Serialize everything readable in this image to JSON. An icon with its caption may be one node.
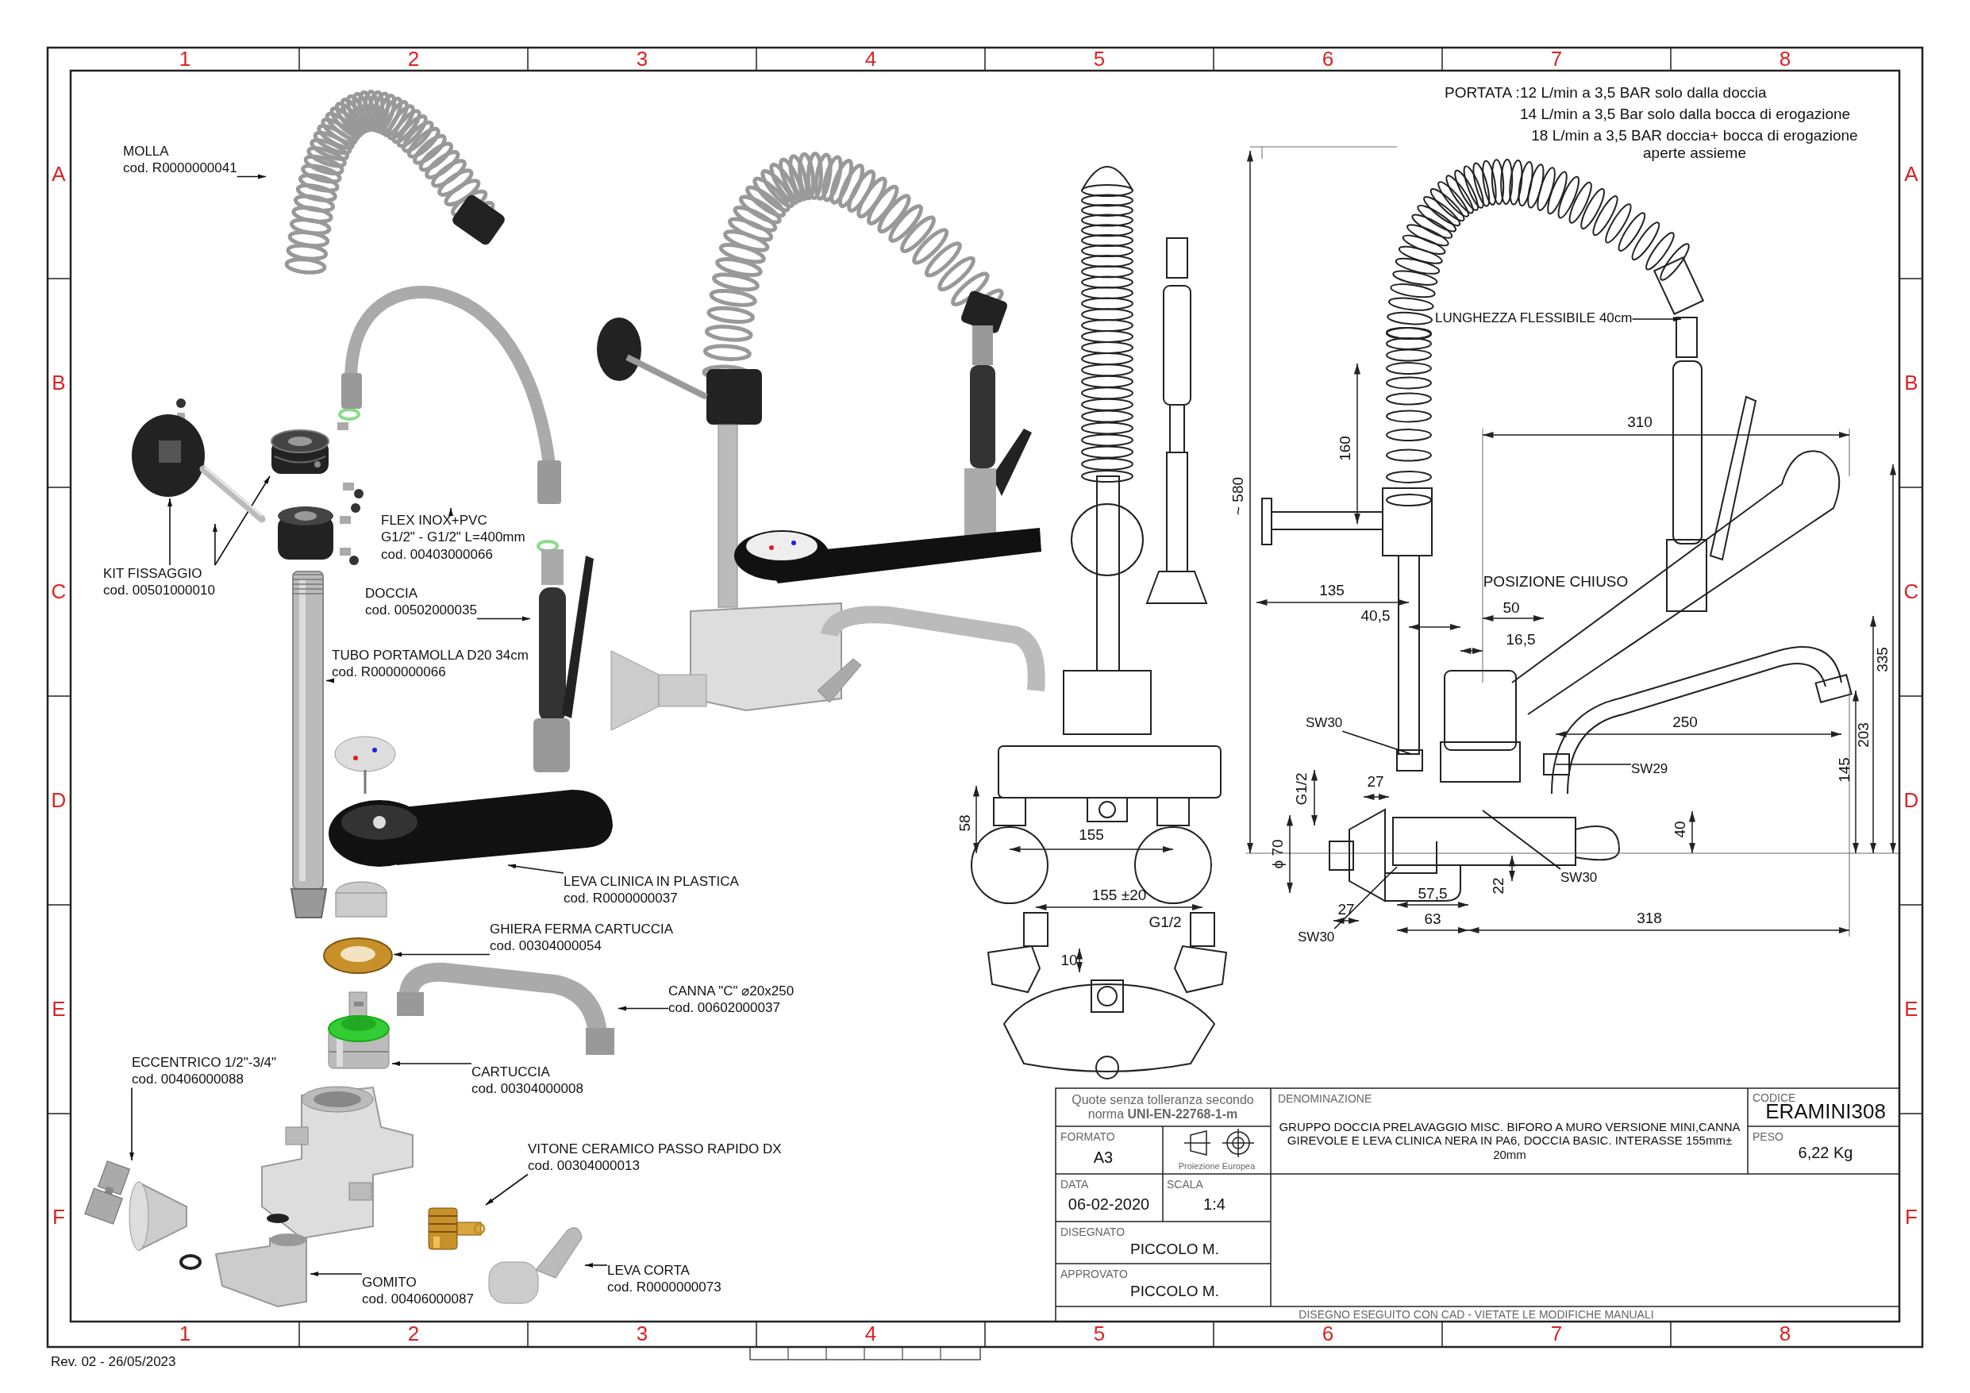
{
  "diagram": {
    "nodes": [
      {
        "text": [
          "MOLLA",
          "cod. R0000000041"
        ]
      },
      {
        "text": [],
        "shape": "picture"
      },
      {
        "text": [
          "FLEX INOX+PVC",
          "G1/2\" - G1/2\" L=400mm",
          "cod. 00403000066"
        ]
      },
      {
        "text": [],
        "shape": "picture"
      },
      {
        "text": [
          "KIT FISSAGGIO",
          "cod. 00501000010"
        ]
      },
      {
        "text": [],
        "shape": "picture"
      },
      {
        "text": [],
        "shape": "picture"
      },
      {
        "text": [],
        "shape": "picture"
      },
      {
        "text": [
          "DOCCIA",
          "cod. 00502000035"
        ]
      },
      {
        "text": [],
        "shape": "picture"
      },
      {
        "text": [
          "TUBO PORTAMOLLA D20 34cm",
          "cod. R0000000066"
        ]
      },
      {
        "text": [],
        "shape": "picture"
      },
      {
        "text": [
          "LEVA CLINICA IN PLASTICA",
          "cod. R0000000037"
        ]
      },
      {
        "text": [],
        "shape": "picture"
      },
      {
        "text": [
          "GHIERA FERMA CARTUCCIA",
          "cod. 00304000054"
        ]
      },
      {
        "text": [],
        "shape": "picture"
      },
      {
        "text": [
          "CANNA \"C\" ⌀20x250",
          "cod. 00602000037"
        ]
      },
      {
        "text": [],
        "shape": "picture"
      },
      {
        "text": [
          "CARTUCCIA",
          "cod. 00304000008"
        ]
      },
      {
        "text": [],
        "shape": "picture"
      },
      {
        "text": [
          "ECCENTRICO 1/2\"-3/4\"",
          "cod. 00406000088"
        ]
      },
      {
        "text": [],
        "shape": "picture"
      },
      {
        "text": [
          "VITONE CERAMICO PASSO RAPIDO DX",
          "cod. 00304000013"
        ]
      },
      {
        "text": [],
        "shape": "picture"
      },
      {
        "text": [
          "GOMITO",
          "cod. 00406000087"
        ]
      },
      {
        "text": [],
        "shape": "picture"
      },
      {
        "text": [
          "LEVA CORTA",
          "cod. R0000000073"
        ]
      },
      {
        "text": [],
        "shape": "picture"
      },
      {
        "text": [
          "LUNGHEZZA FLESSIBILE 40cm"
        ]
      },
      {
        "text": [
          "SW30"
        ]
      },
      {
        "text": [
          "SW29"
        ]
      },
      {
        "text": [
          "SW30"
        ]
      },
      {
        "text": [
          "SW30"
        ]
      }
    ],
    "edges": [
      {
        "from": 0,
        "to": 1,
        "arrow": "to"
      },
      {
        "from": 2,
        "to": 3,
        "arrow": "to"
      },
      {
        "from": 4,
        "to": 5,
        "arrow": "to"
      },
      {
        "from": 4,
        "to": 6,
        "arrow": "to"
      },
      {
        "from": 4,
        "to": 7,
        "arrow": "to"
      },
      {
        "from": 8,
        "to": 9,
        "arrow": "to"
      },
      {
        "from": 10,
        "to": 11,
        "arrow": "to"
      },
      {
        "from": 12,
        "to": 13,
        "arrow": "to"
      },
      {
        "from": 14,
        "to": 15,
        "arrow": "to"
      },
      {
        "from": 16,
        "to": 17,
        "arrow": "to"
      },
      {
        "from": 18,
        "to": 19,
        "arrow": "to"
      },
      {
        "from": 20,
        "to": 21,
        "arrow": "to"
      },
      {
        "from": 22,
        "to": 23,
        "arrow": "to"
      },
      {
        "from": 24,
        "to": 25,
        "arrow": "to"
      },
      {
        "from": 26,
        "to": 27,
        "arrow": "to"
      },
      {
        "from": 28,
        "to": null,
        "arrow": "to"
      },
      {
        "from": 29,
        "to": null,
        "arrow": "none"
      },
      {
        "from": 30,
        "to": null,
        "arrow": "none"
      },
      {
        "from": 31,
        "to": null,
        "arrow": "none"
      },
      {
        "from": 32,
        "to": null,
        "arrow": "none"
      }
    ],
    "labels": [
      "1",
      "2",
      "3",
      "4",
      "5",
      "6",
      "7",
      "8",
      "A",
      "B",
      "C",
      "D",
      "E",
      "F",
      "A",
      "B",
      "C",
      "D",
      "E",
      "F",
      "1",
      "2",
      "3",
      "4",
      "5",
      "6",
      "7",
      "8",
      "PORTATA :",
      "12 L/min a 3,5 BAR solo dalla doccia",
      "14 L/min a 3,5 Bar solo dalla bocca di erogazione",
      "18 L/min a 3,5 BAR doccia+ bocca di erogazione aperte assieme",
      "~ 580",
      "160",
      "310",
      "135",
      "POSIZIONE CHIUSO",
      "40,5",
      "50",
      "16,5",
      "335",
      "250",
      "203",
      "145",
      "G1/2",
      "27",
      "58",
      "155",
      "40",
      "ϕ 70",
      "22",
      "155 ±20",
      "27",
      "57,5",
      "G1/2",
      "63",
      "318",
      "10",
      "Quote senza tolleranza secondo norma **UNI-EN-22768-1-m**",
      "DENOMINAZIONE",
      "GRUPPO DOCCIA PRELAVAGGIO MISC. BIFORO A MURO VERSIONE MINI,CANNA GIREVOLE E LEVA CLINICA NERA IN PA6, DOCCIA BASIC. INTERASSE 155mm± 20mm",
      "CODICE",
      "ERAMINI308",
      "FORMATO",
      "A3",
      "Proiezione Europea",
      "PESO",
      "6,22 Kg",
      "DATA",
      "SCALA",
      "06-02-2020",
      "1:4",
      "DISEGNATO",
      "PICCOLO M.",
      "APPROVATO",
      "PICCOLO M.",
      "DISEGNO ESEGUITO CON CAD  - VIETATE LE MODIFICHE MANUALI",
      "Rev. 02 - 26/05/2023"
    ]
  }
}
